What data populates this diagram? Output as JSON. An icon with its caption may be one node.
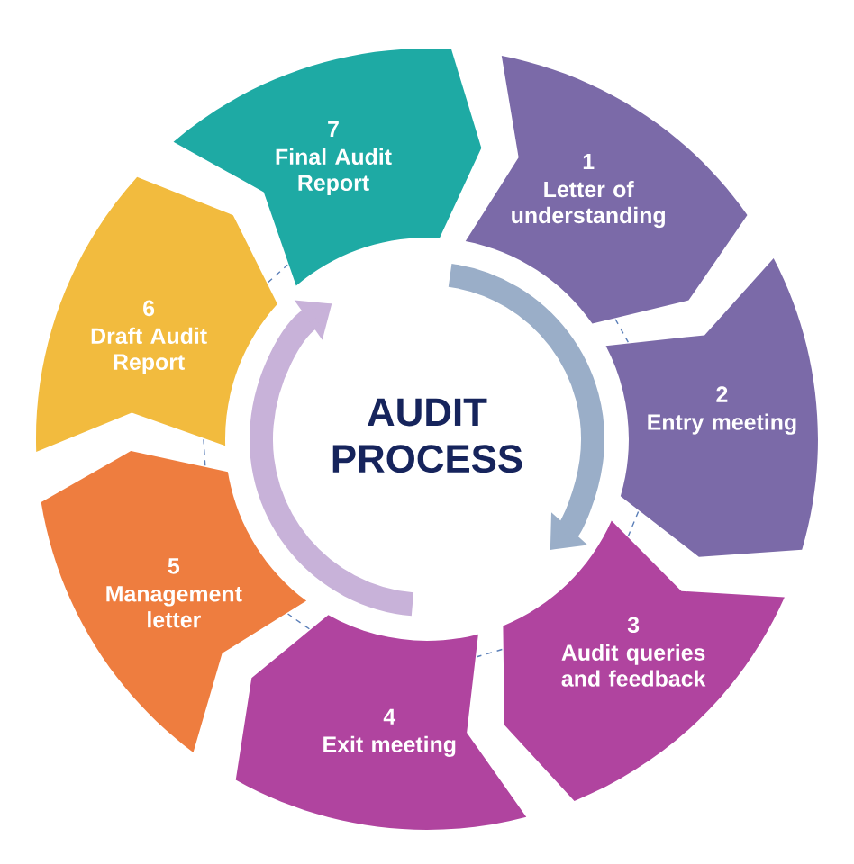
{
  "diagram": {
    "nodes": [
      {
        "text": [
          "1",
          "Letter of understanding"
        ]
      },
      {
        "text": [
          "2",
          "Entry meeting"
        ]
      },
      {
        "text": [
          "3",
          "Audit queries and feedback"
        ]
      },
      {
        "text": [
          "4",
          "Exit meeting"
        ]
      },
      {
        "text": [
          "5",
          "Management letter"
        ]
      },
      {
        "text": [
          "6",
          "Draft Audit Report"
        ]
      },
      {
        "text": [
          "7",
          "Final Audit Report"
        ]
      },
      {
        "text": [
          "AUDIT PROCESS"
        ]
      }
    ],
    "edges": [
      {
        "from": 0,
        "to": 1,
        "arrow": "none",
        "style": "dashed"
      },
      {
        "from": 1,
        "to": 2,
        "arrow": "none",
        "style": "dashed"
      },
      {
        "from": 2,
        "to": 3,
        "arrow": "none",
        "style": "dashed"
      },
      {
        "from": 3,
        "to": 4,
        "arrow": "none",
        "style": "dashed"
      },
      {
        "from": 4,
        "to": 5,
        "arrow": "none",
        "style": "dashed"
      },
      {
        "from": 5,
        "to": 6,
        "arrow": "none",
        "style": "dashed"
      }
    ]
  }
}
